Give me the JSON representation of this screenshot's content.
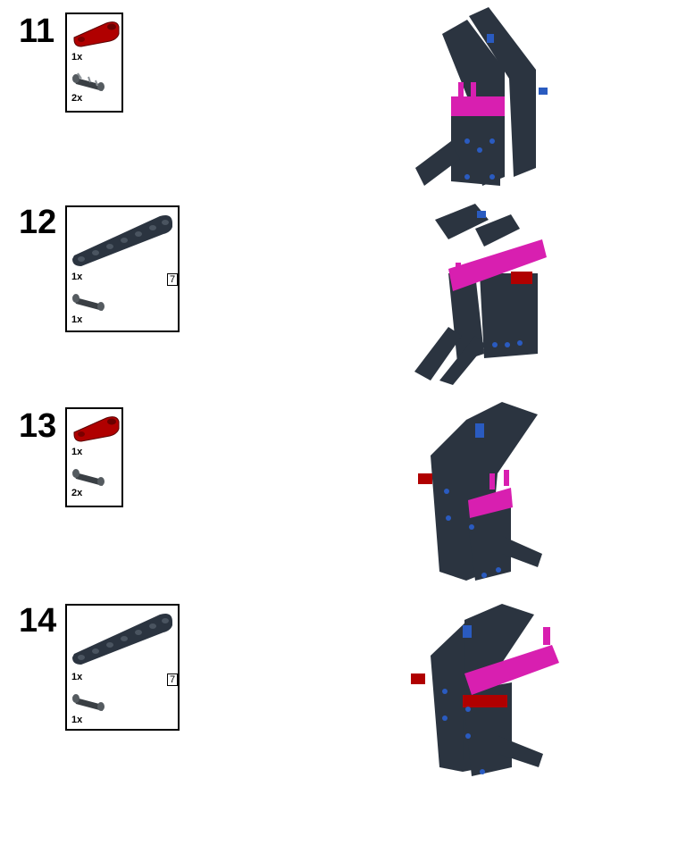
{
  "steps": [
    {
      "number": "11",
      "parts": [
        {
          "name": "red connector",
          "qty": "1x",
          "color": "#b00000"
        },
        {
          "name": "black pin",
          "qty": "2x",
          "color": "#3a3f44"
        }
      ]
    },
    {
      "number": "12",
      "parts": [
        {
          "name": "beam",
          "qty": "1x",
          "color": "#2b3440",
          "length": "7"
        },
        {
          "name": "black pin",
          "qty": "1x",
          "color": "#3a3f44"
        }
      ]
    },
    {
      "number": "13",
      "parts": [
        {
          "name": "red connector",
          "qty": "1x",
          "color": "#b00000"
        },
        {
          "name": "black pin",
          "qty": "2x",
          "color": "#3a3f44"
        }
      ]
    },
    {
      "number": "14",
      "parts": [
        {
          "name": "beam",
          "qty": "1x",
          "color": "#2b3440",
          "length": "7"
        },
        {
          "name": "black pin",
          "qty": "1x",
          "color": "#3a3f44"
        }
      ]
    }
  ],
  "colors": {
    "dark_beam": "#2b3440",
    "magenta": "#d81fb0",
    "red": "#b00000",
    "blue_pin": "#2a5bc0"
  }
}
